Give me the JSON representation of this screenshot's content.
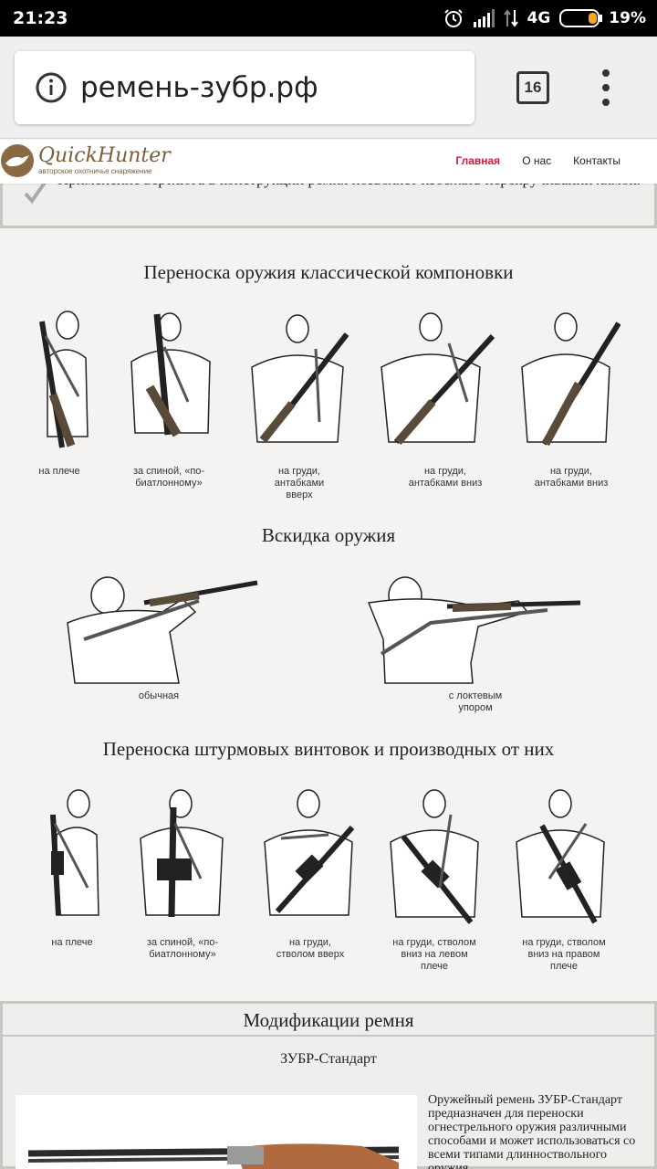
{
  "status_bar": {
    "time": "21:23",
    "network": "4G",
    "battery": "19%",
    "icons": [
      "alarm-icon",
      "signal-icon",
      "data-transfer-icon",
      "battery-icon"
    ]
  },
  "browser": {
    "url": "ремень-зубр.рф",
    "tab_count": "16",
    "icons": [
      "info-icon",
      "tabs-icon",
      "overflow-menu-icon"
    ]
  },
  "site": {
    "logo_title": "QuickHunter",
    "logo_subtitle": "авторское охотничье снаряжение",
    "nav": [
      {
        "label": "Главная",
        "active": true
      },
      {
        "label": "О нас",
        "active": false
      },
      {
        "label": "Контакты",
        "active": false
      }
    ]
  },
  "top_box": {
    "text": "Применение вертлюга в конструкции ремня позволяет избежать перекручиваний лямок."
  },
  "sections": {
    "classic": {
      "title": "Переноска оружия классической компоновки",
      "captions": [
        "на плече",
        "за спиной, «по-биатлонному»",
        "на груди, антабками вверх",
        "на груди, антабками вниз",
        "на груди, антабками вниз"
      ]
    },
    "aiming": {
      "title": "Вскидка оружия",
      "captions": [
        "обычная",
        "с локтевым упором"
      ]
    },
    "assault": {
      "title": "Переноска штурмовых винтовок и производных от них",
      "captions": [
        "на плече",
        "за спиной, «по-биатлонному»",
        "на груди, стволом вверх",
        "на груди, стволом вниз на левом плече",
        "на груди, стволом вниз на правом плече"
      ]
    }
  },
  "modifications": {
    "title": "Модификации ремня",
    "subtitle": "ЗУБР-Стандарт",
    "description": "Оружейный ремень ЗУБР-Стандарт предназначен для переноски огнестрельного оружия различными способами и может использоваться со всеми типами длинноствольного оружия"
  }
}
